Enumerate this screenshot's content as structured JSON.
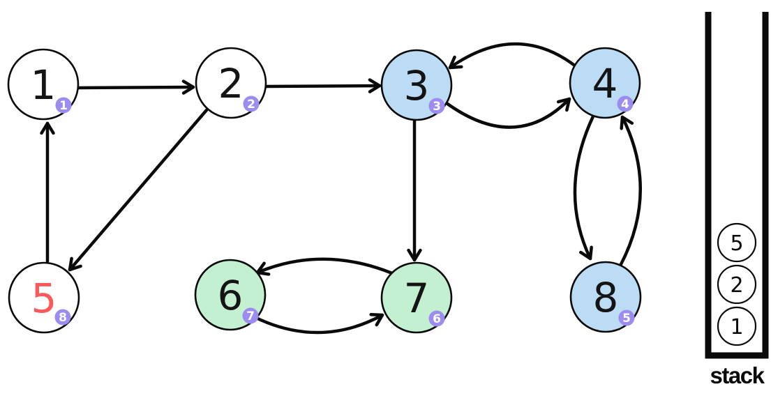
{
  "diagram": {
    "type": "directed-graph-dfs",
    "description": "Directed graph during depth-first search; badges show visit order",
    "badge_color": "#9C8CF0",
    "colors": {
      "node_blue": "#BCDCF5",
      "node_green": "#C3F0D0",
      "node_white": "#FFFFFF",
      "current_node_red": "#FA5A5A",
      "edge_black": "#0A0A0A"
    },
    "nodes": [
      {
        "id": "1",
        "label": "1",
        "visit_order": "1",
        "fill": "#FFFFFF",
        "label_color": "#141414"
      },
      {
        "id": "2",
        "label": "2",
        "visit_order": "2",
        "fill": "#FFFFFF",
        "label_color": "#141414"
      },
      {
        "id": "3",
        "label": "3",
        "visit_order": "3",
        "fill": "#BCDCF5",
        "label_color": "#141414"
      },
      {
        "id": "4",
        "label": "4",
        "visit_order": "4",
        "fill": "#BCDCF5",
        "label_color": "#141414"
      },
      {
        "id": "5",
        "label": "5",
        "visit_order": "8",
        "fill": "#FFFFFF",
        "label_color": "#FA5A5A"
      },
      {
        "id": "6",
        "label": "6",
        "visit_order": "7",
        "fill": "#C3F0D0",
        "label_color": "#141414"
      },
      {
        "id": "7",
        "label": "7",
        "visit_order": "6",
        "fill": "#C3F0D0",
        "label_color": "#141414"
      },
      {
        "id": "8",
        "label": "8",
        "visit_order": "5",
        "fill": "#BCDCF5",
        "label_color": "#141414"
      }
    ],
    "edges": [
      {
        "from": "1",
        "to": "2"
      },
      {
        "from": "2",
        "to": "3"
      },
      {
        "from": "2",
        "to": "5"
      },
      {
        "from": "5",
        "to": "1"
      },
      {
        "from": "3",
        "to": "7"
      },
      {
        "from": "4",
        "to": "3"
      },
      {
        "from": "3",
        "to": "4"
      },
      {
        "from": "4",
        "to": "8"
      },
      {
        "from": "8",
        "to": "4"
      },
      {
        "from": "7",
        "to": "6"
      },
      {
        "from": "6",
        "to": "7"
      }
    ]
  },
  "stack": {
    "title": "stack",
    "items_top_to_bottom": [
      "5",
      "2",
      "1"
    ]
  }
}
